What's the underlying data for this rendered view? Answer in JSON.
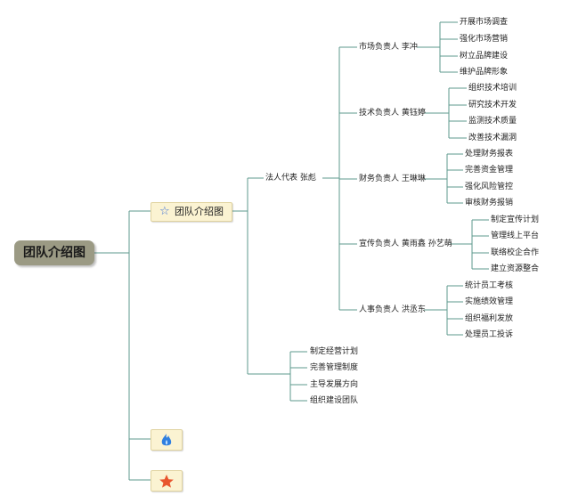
{
  "root": {
    "title": "团队介绍图"
  },
  "main_tag": {
    "label": "团队介绍图",
    "icon": "star-outline-icon",
    "icon_color": "#3b6fd6"
  },
  "legal_rep": {
    "label": "法人代表 张彪"
  },
  "departments": [
    {
      "head": "市场负责人 李冲",
      "tasks": [
        "开展市场调查",
        "强化市场营销",
        "树立品牌建设",
        "维护品牌形象"
      ]
    },
    {
      "head": "技术负责人 黄钰婷",
      "tasks": [
        "组织技术培训",
        "研究技术开发",
        "监测技术质量",
        "改善技术漏洞"
      ]
    },
    {
      "head": "财务负责人 王琳琳",
      "tasks": [
        "处理财务报表",
        "完善资金管理",
        "强化风险管控",
        "审核财务报销"
      ]
    },
    {
      "head": "宣传负责人 黄雨鑫 孙艺萌",
      "tasks": [
        "制定宣传计划",
        "管理线上平台",
        "联络校企合作",
        "建立资源整合"
      ]
    },
    {
      "head": "人事负责人 洪丞东",
      "tasks": [
        "统计员工考核",
        "实施绩效管理",
        "组织福利发放",
        "处理员工投诉"
      ]
    }
  ],
  "management": [
    "制定经营计划",
    "完善管理制度",
    "主导发展方向",
    "组织建设团队"
  ],
  "extra_tags": [
    {
      "icon": "flame-icon",
      "color": "#2f7fe0"
    },
    {
      "icon": "star-icon",
      "color": "#e8552e"
    }
  ],
  "line_color": "#5e9a8e"
}
